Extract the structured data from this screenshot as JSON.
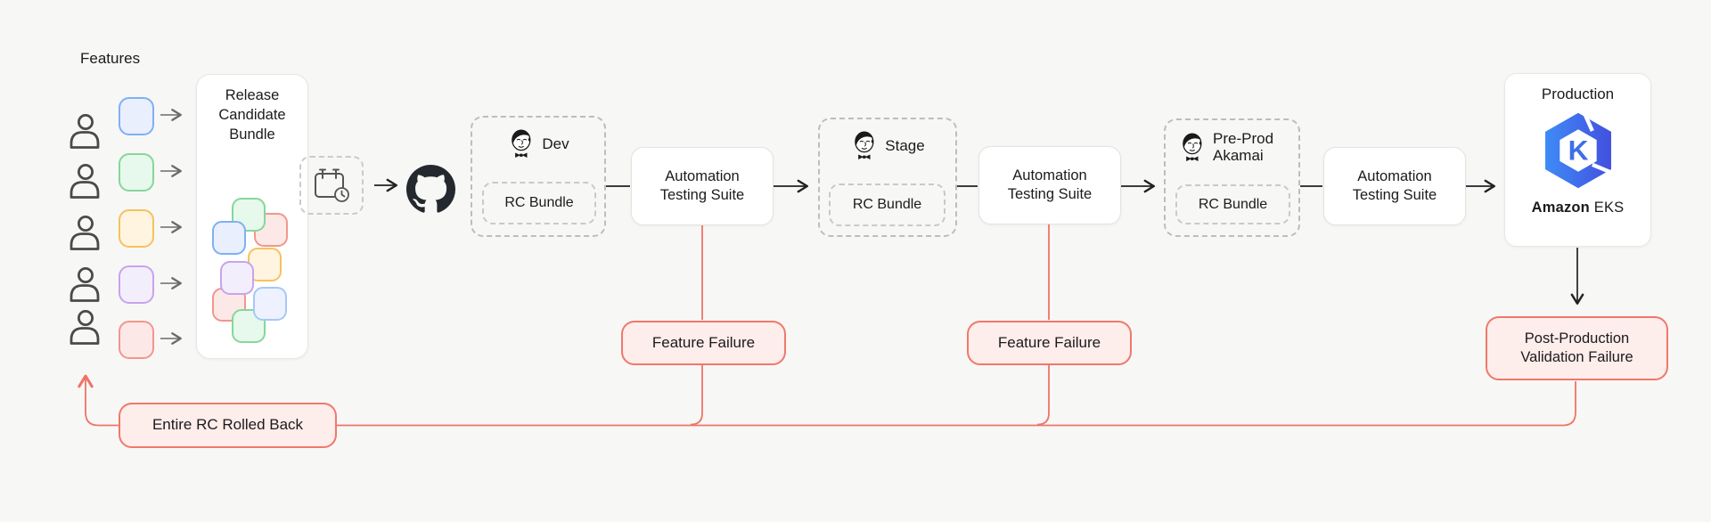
{
  "features": {
    "title": "Features",
    "items": [
      {
        "name": "feature-blue",
        "style": "border-color:#7FB0F4;background:#E9EFFD"
      },
      {
        "name": "feature-green",
        "style": "border-color:#86D79A;background:#E7F8EC"
      },
      {
        "name": "feature-orange",
        "style": "border-color:#F6C25E;background:#FEF4E0"
      },
      {
        "name": "feature-purple",
        "style": "border-color:#C9A3EC;background:#F3EEFC"
      },
      {
        "name": "feature-red",
        "style": "border-color:#F2968D;background:#FCE9E7"
      }
    ]
  },
  "rc_bundle": {
    "title": "Release Candidate Bundle",
    "chips": [
      {
        "name": "chip-pink-back",
        "style": "border-color:#F2968D;background:#FCE9E7"
      },
      {
        "name": "chip-green-top",
        "style": "border-color:#86D79A;background:#E7F8EC"
      },
      {
        "name": "chip-blue",
        "style": "border-color:#7FB0F4;background:#E9EFFD"
      },
      {
        "name": "chip-orange",
        "style": "border-color:#F6C25E;background:#FEF4E0"
      },
      {
        "name": "chip-pink-bottom",
        "style": "border-color:#F2968D;background:#FCE9E7"
      },
      {
        "name": "chip-purple",
        "style": "border-color:#C9A3EC;background:#F3EEFC"
      },
      {
        "name": "chip-green-bottom",
        "style": "border-color:#86D79A;background:#E7F8EC"
      },
      {
        "name": "chip-lightblue",
        "style": "border-color:#A5C8F8;background:#EDF2FE"
      }
    ]
  },
  "icons": {
    "user": "user-icon",
    "calendar": "calendar-clock-icon",
    "github": "github-octocat-icon",
    "jenkins": "jenkins-butler-icon",
    "eks": "amazon-eks-kubernetes-icon"
  },
  "stages": [
    {
      "label": "Dev",
      "bundle_label": "RC Bundle"
    },
    {
      "label": "Stage",
      "bundle_label": "RC Bundle"
    },
    {
      "label": "Pre-Prod Akamai",
      "bundle_label": "RC Bundle"
    }
  ],
  "testing_suites": [
    {
      "label": "Automation Testing Suite"
    },
    {
      "label": "Automation Testing Suite"
    },
    {
      "label": "Automation Testing Suite"
    }
  ],
  "production": {
    "title": "Production",
    "logo_letter": "K",
    "platform_bold": "Amazon",
    "platform_rest": "EKS"
  },
  "failures": {
    "feature_failure_1": "Feature Failure",
    "feature_failure_2": "Feature Failure",
    "post_production": "Post-Production Validation Failure",
    "rollback": "Entire RC Rolled Back"
  },
  "colors": {
    "background": "#F7F7F5",
    "failure_border": "#F0786B",
    "failure_bg": "#FDEDEB",
    "line_red": "#EE7467",
    "line_dark": "#222222",
    "line_gray": "#6B6B6B",
    "github_mark": "#24292F",
    "eks_blue_light": "#3E8BF7",
    "eks_blue_dark": "#4350DE"
  }
}
